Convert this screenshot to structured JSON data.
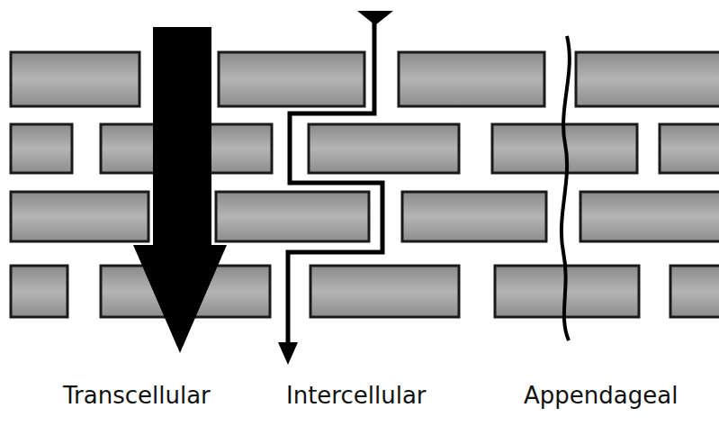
{
  "diagram": {
    "labels": [
      "Transcellular",
      "Intercellular",
      "Appendageal"
    ]
  }
}
